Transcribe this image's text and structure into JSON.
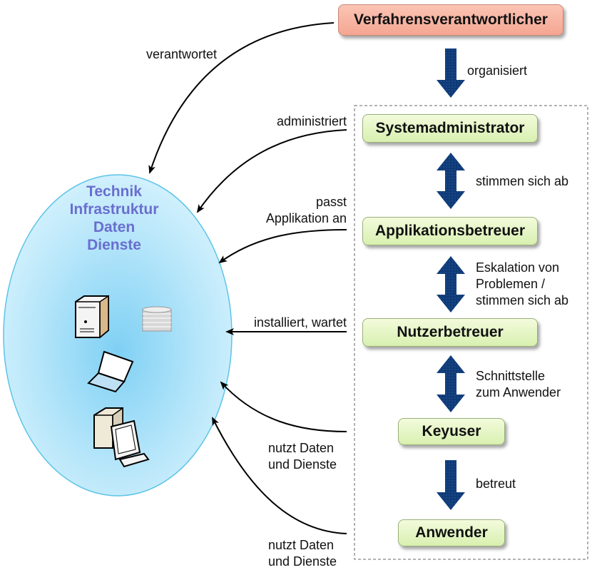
{
  "top_role": {
    "label": "Verfahrensverantwortlicher"
  },
  "roles": [
    {
      "label": "Systemadministrator"
    },
    {
      "label": "Applikationsbetreuer"
    },
    {
      "label": "Nutzerbetreuer"
    },
    {
      "label": "Keyuser"
    },
    {
      "label": "Anwender"
    }
  ],
  "vertical_labels": {
    "organisiert": "organisiert",
    "sys_app": "stimmen sich ab",
    "app_nutzer": [
      "Eskalation von",
      "Problemen /",
      "stimmen sich ab"
    ],
    "nutzer_key": [
      "Schnittstelle",
      "zum Anwender"
    ],
    "key_anwender": "betreut"
  },
  "ellipse": {
    "lines": [
      "Technik",
      "Infrastruktur",
      "Daten",
      "Dienste"
    ],
    "icons": [
      "server-tower-icon",
      "database-disks-icon",
      "laptop-icon",
      "desktop-computer-icon"
    ]
  },
  "left_arrows": {
    "verantwortet": "verantwortet",
    "administriert": "administriert",
    "passt": [
      "passt",
      "Applikation an"
    ],
    "installiert": "installiert, wartet",
    "nutzt1": [
      "nutzt Daten",
      "und Dienste"
    ],
    "nutzt2": [
      "nutzt Daten",
      "und Dienste"
    ]
  },
  "colors": {
    "ellipse_fill": "#a8e0f8",
    "ellipse_stroke": "#5cc4e8",
    "arrow_blue": "#0e3a78",
    "title_text": "#6a6ed0",
    "top_box": "#f7b09c",
    "role_box": "#e2f5c2"
  }
}
